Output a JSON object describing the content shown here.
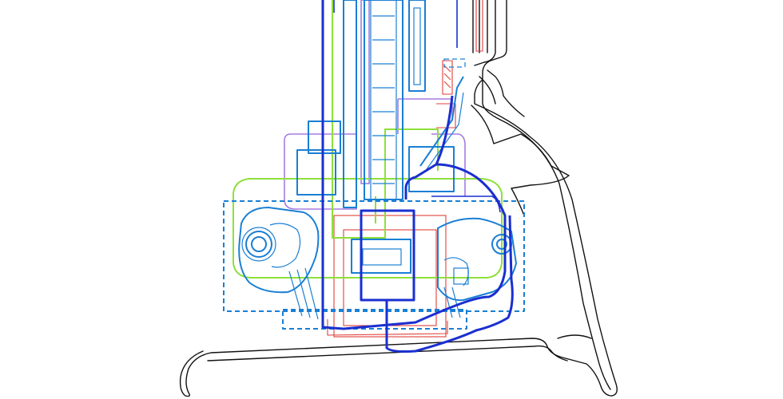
{
  "colors": {
    "outline_black": "#111111",
    "part_blue": "#1a7fd4",
    "dark_blue": "#1a2fd0",
    "green": "#8ee03a",
    "purple": "#a57be0",
    "red": "#e0403a"
  },
  "layers": [
    {
      "name": "outline-black"
    },
    {
      "name": "part-blue"
    },
    {
      "name": "dark-blue"
    },
    {
      "name": "green"
    },
    {
      "name": "purple"
    },
    {
      "name": "red"
    }
  ]
}
